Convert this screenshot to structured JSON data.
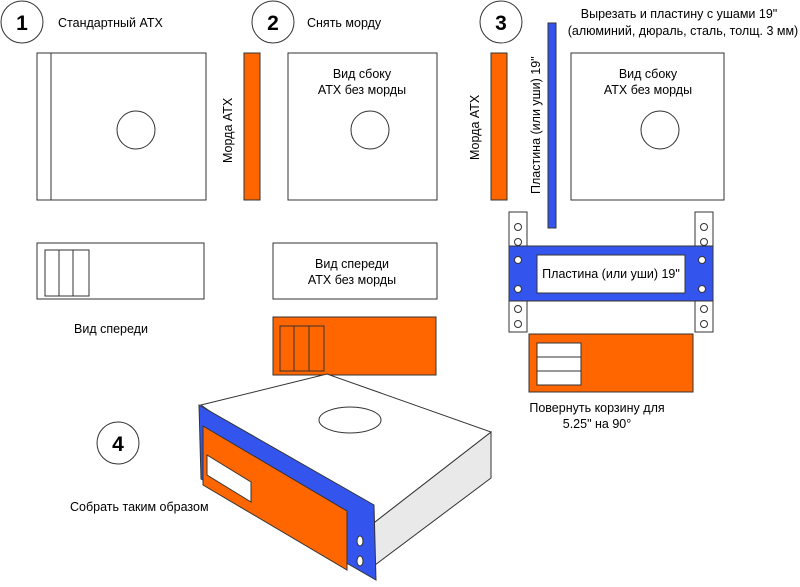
{
  "colors": {
    "orange": "#FF6600",
    "blue": "#3355EE",
    "outline": "#333333",
    "background": "#FFFFFF"
  },
  "steps": [
    {
      "number": "1",
      "title": "Стандартный АТХ"
    },
    {
      "number": "2",
      "title": "Снять морду"
    },
    {
      "number": "3",
      "title": "Вырезать и пластину с ушами 19\"",
      "subtitle": "(алюминий, дюраль, сталь, толщ. 3 мм)"
    },
    {
      "number": "4",
      "title": "Собрать таким образом"
    }
  ],
  "labels": {
    "front_view": "Вид спереди",
    "face_atx": "Морда АТХ",
    "side_view_line1": "Вид сбоку",
    "side_view_line2": "АТХ без морды",
    "front_view_line1": "Вид спереди",
    "front_view_line2": "АТХ без морды",
    "plate_vertical": "Пластина (или уши) 19\"",
    "plate": "Пластина (или уши) 19\"",
    "rotate_line1": "Повернуть корзину для",
    "rotate_line2": "5.25\" на 90°"
  }
}
